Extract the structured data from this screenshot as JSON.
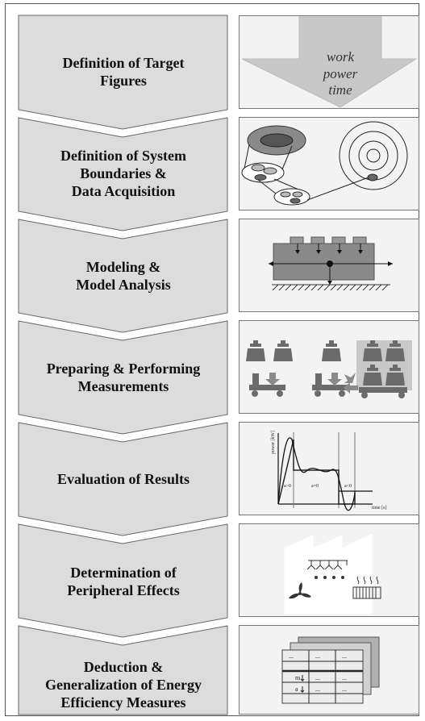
{
  "steps": [
    {
      "label": "Definition of Target\nFigures"
    },
    {
      "label": "Definition of System\nBoundaries &\nData Acquisition"
    },
    {
      "label": "Modeling &\nModel Analysis"
    },
    {
      "label": "Preparing & Performing\nMeasurements"
    },
    {
      "label": "Evaluation of Results"
    },
    {
      "label": "Determination of\nPeripheral Effects"
    },
    {
      "label": "Deduction &\nGeneralization of Energy\nEfficiency Measures"
    }
  ],
  "target_figures": {
    "line1": "work",
    "line2": "power",
    "line3": "time"
  },
  "evaluation_chart": {
    "ylabel": "power [kW]",
    "xlabel": "time [s]",
    "phase1": "a>0",
    "phase2": "a=0",
    "phase3": "a<0"
  },
  "table_icon": {
    "cell_dots": "...",
    "m_label": "m",
    "a_label": "a"
  },
  "colors": {
    "chevron": "#dcdcdc",
    "chevron_stroke": "#666666",
    "panel_bg": "#f3f3f3",
    "dark_gray": "#6b6b6b"
  }
}
